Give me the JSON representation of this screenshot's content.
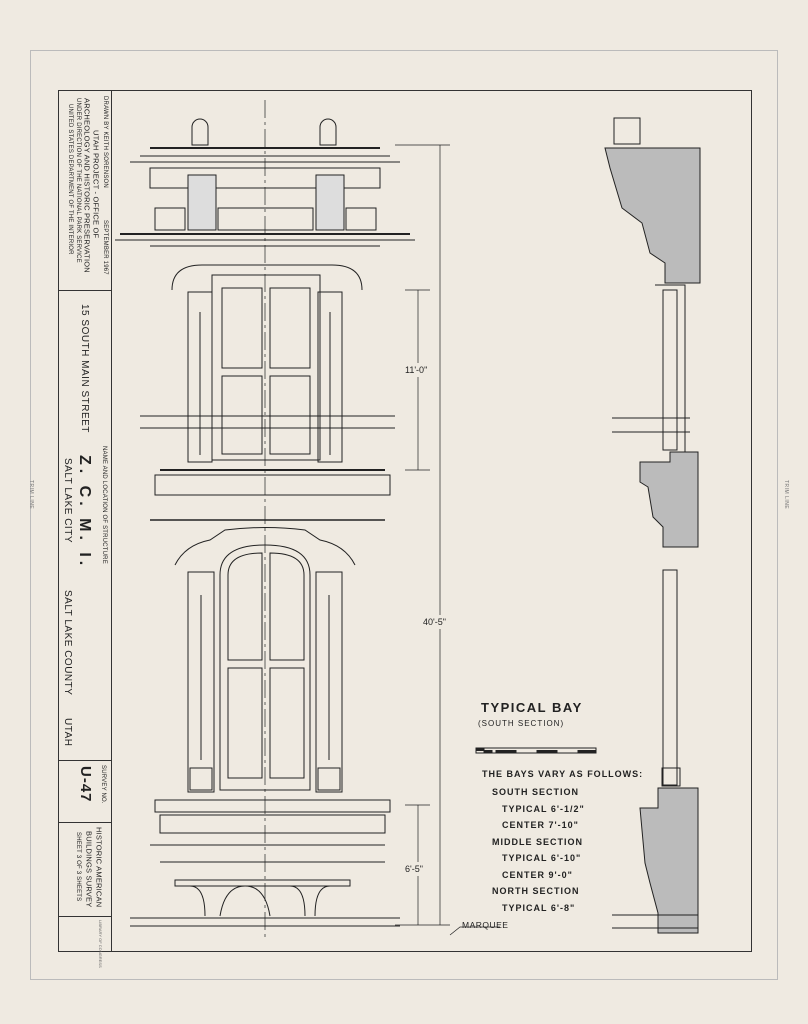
{
  "title_block": {
    "drawn_by": "DRAWN BY KEITH SORENSON",
    "date": "SEPTEMBER 1967",
    "project_line1": "UTAH PROJECT - OFFICE OF",
    "project_line2": "ARCHEOLOGY AND HISTORIC PRESERVATION",
    "project_line3": "UNDER DIRECTION OF THE NATIONAL PARK SERVICE",
    "project_line4": "UNITED STATES DEPARTMENT OF THE INTERIOR",
    "address": "15 SOUTH MAIN STREET",
    "name_label": "NAME AND LOCATION OF STRUCTURE",
    "structure_name": "Z.  C.  M.  I.",
    "city": "SALT LAKE CITY",
    "county": "SALT LAKE COUNTY",
    "state": "UTAH",
    "survey_label": "SURVEY NO.",
    "survey_no": "U-47",
    "agency_line1": "HISTORIC AMERICAN",
    "agency_line2": "BUILDINGS SURVEY",
    "sheet": "SHEET 3 OF 3 SHEETS",
    "library_note": "LIBRARY OF CONGRESS"
  },
  "margins": {
    "left_trim": "TRIM LINE",
    "right_trim": "TRIM LINE"
  },
  "dimensions": {
    "window_height": "11'-0\"",
    "total_height": "40'-5\"",
    "base_height": "6'-5\"",
    "marquee": "MARQUEE"
  },
  "legend": {
    "title": "TYPICAL BAY",
    "subtitle": "(SOUTH SECTION)",
    "intro": "THE BAYS VARY AS FOLLOWS:",
    "rows": [
      {
        "text": "SOUTH SECTION",
        "indent": 1
      },
      {
        "text": "TYPICAL  6'-1/2\"",
        "indent": 2
      },
      {
        "text": "CENTER   7'-10\"",
        "indent": 2
      },
      {
        "text": "MIDDLE SECTION",
        "indent": 1
      },
      {
        "text": "TYPICAL  6'-10\"",
        "indent": 2
      },
      {
        "text": "CENTER   9'-0\"",
        "indent": 2
      },
      {
        "text": "NORTH SECTION",
        "indent": 1
      },
      {
        "text": "TYPICAL  6'-8\"",
        "indent": 2
      }
    ]
  }
}
